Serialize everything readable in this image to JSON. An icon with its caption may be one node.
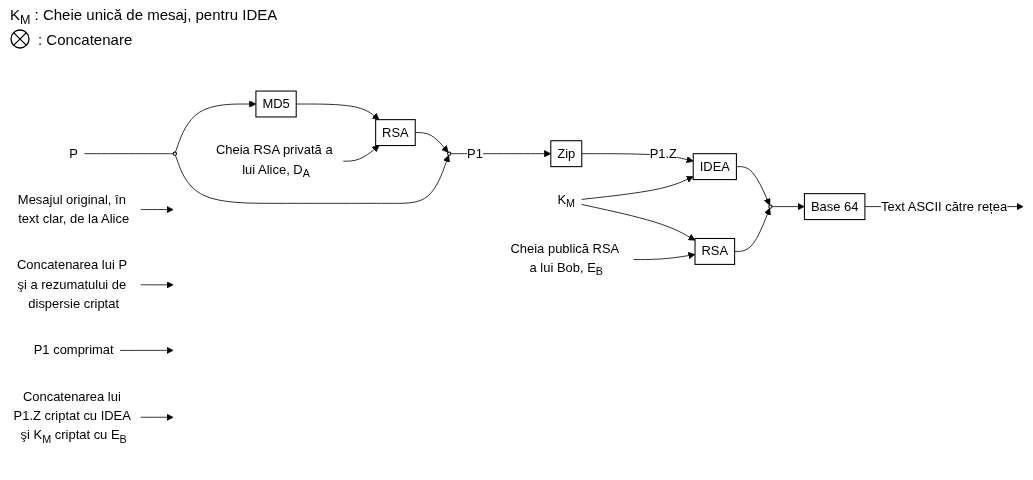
{
  "diagram": {
    "nodes": [
      {
        "text": [
          "P"
        ]
      },
      {
        "text": [],
        "shape": "circle"
      },
      {
        "text": [
          "MD5"
        ]
      },
      {
        "text": [
          "Cheia RSA privată a lui Alice, D$_{A}$"
        ]
      },
      {
        "text": [
          "RSA"
        ]
      },
      {
        "text": [],
        "shape": "circle"
      },
      {
        "text": [
          "Zip"
        ]
      },
      {
        "text": [
          "K$_{M}$"
        ]
      },
      {
        "text": [
          "Cheia publică RSA a lui Bob, E$_{B}$"
        ]
      },
      {
        "text": [
          "RSA"
        ]
      },
      {
        "text": [
          "IDEA"
        ]
      },
      {
        "text": [],
        "shape": "circle"
      },
      {
        "text": [
          "Base 64"
        ]
      },
      {
        "text": [
          "Mesajul original, în text clar, de la Alice"
        ]
      },
      {
        "text": [
          "Concatenarea lui P şi a rezumatului de dispersie criptat"
        ]
      },
      {
        "text": [
          "P1 comprimat"
        ]
      },
      {
        "text": [
          "Concatenarea lui P1.Z criptat cu IDEA şi K$_{M}$ criptat cu E$_{B}$"
        ]
      }
    ],
    "edges": [
      {
        "from": 0,
        "to": 1,
        "arrow": "none"
      },
      {
        "from": 1,
        "to": 2,
        "arrow": "to"
      },
      {
        "from": 1,
        "to": 5,
        "arrow": "to"
      },
      {
        "from": 2,
        "to": 4,
        "arrow": "to"
      },
      {
        "from": 3,
        "to": 4,
        "arrow": "to"
      },
      {
        "from": 4,
        "to": 5,
        "arrow": "to"
      },
      {
        "from": 5,
        "to": 6,
        "arrow": "to",
        "label": "P1"
      },
      {
        "from": 6,
        "to": 10,
        "arrow": "to",
        "label": "P1.Z"
      },
      {
        "from": 7,
        "to": 10,
        "arrow": "to"
      },
      {
        "from": 7,
        "to": 9,
        "arrow": "to"
      },
      {
        "from": 8,
        "to": 9,
        "arrow": "to"
      },
      {
        "from": 9,
        "to": 11,
        "arrow": "to"
      },
      {
        "from": 10,
        "to": 11,
        "arrow": "to"
      },
      {
        "from": 11,
        "to": 12,
        "arrow": "to"
      },
      {
        "from": 12,
        "to": null,
        "arrow": "to",
        "label": "Text ASCII către rețea"
      },
      {
        "from": 13,
        "to": null,
        "arrow": "to"
      },
      {
        "from": 14,
        "to": null,
        "arrow": "to"
      },
      {
        "from": 15,
        "to": null,
        "arrow": "to"
      },
      {
        "from": 16,
        "to": null,
        "arrow": "to"
      }
    ],
    "labels": [
      "K$_{M}$ : Cheie unică de mesaj, pentru IDEA"
    ],
    "legend": [
      {
        "text": ": Concatenare"
      }
    ]
  }
}
